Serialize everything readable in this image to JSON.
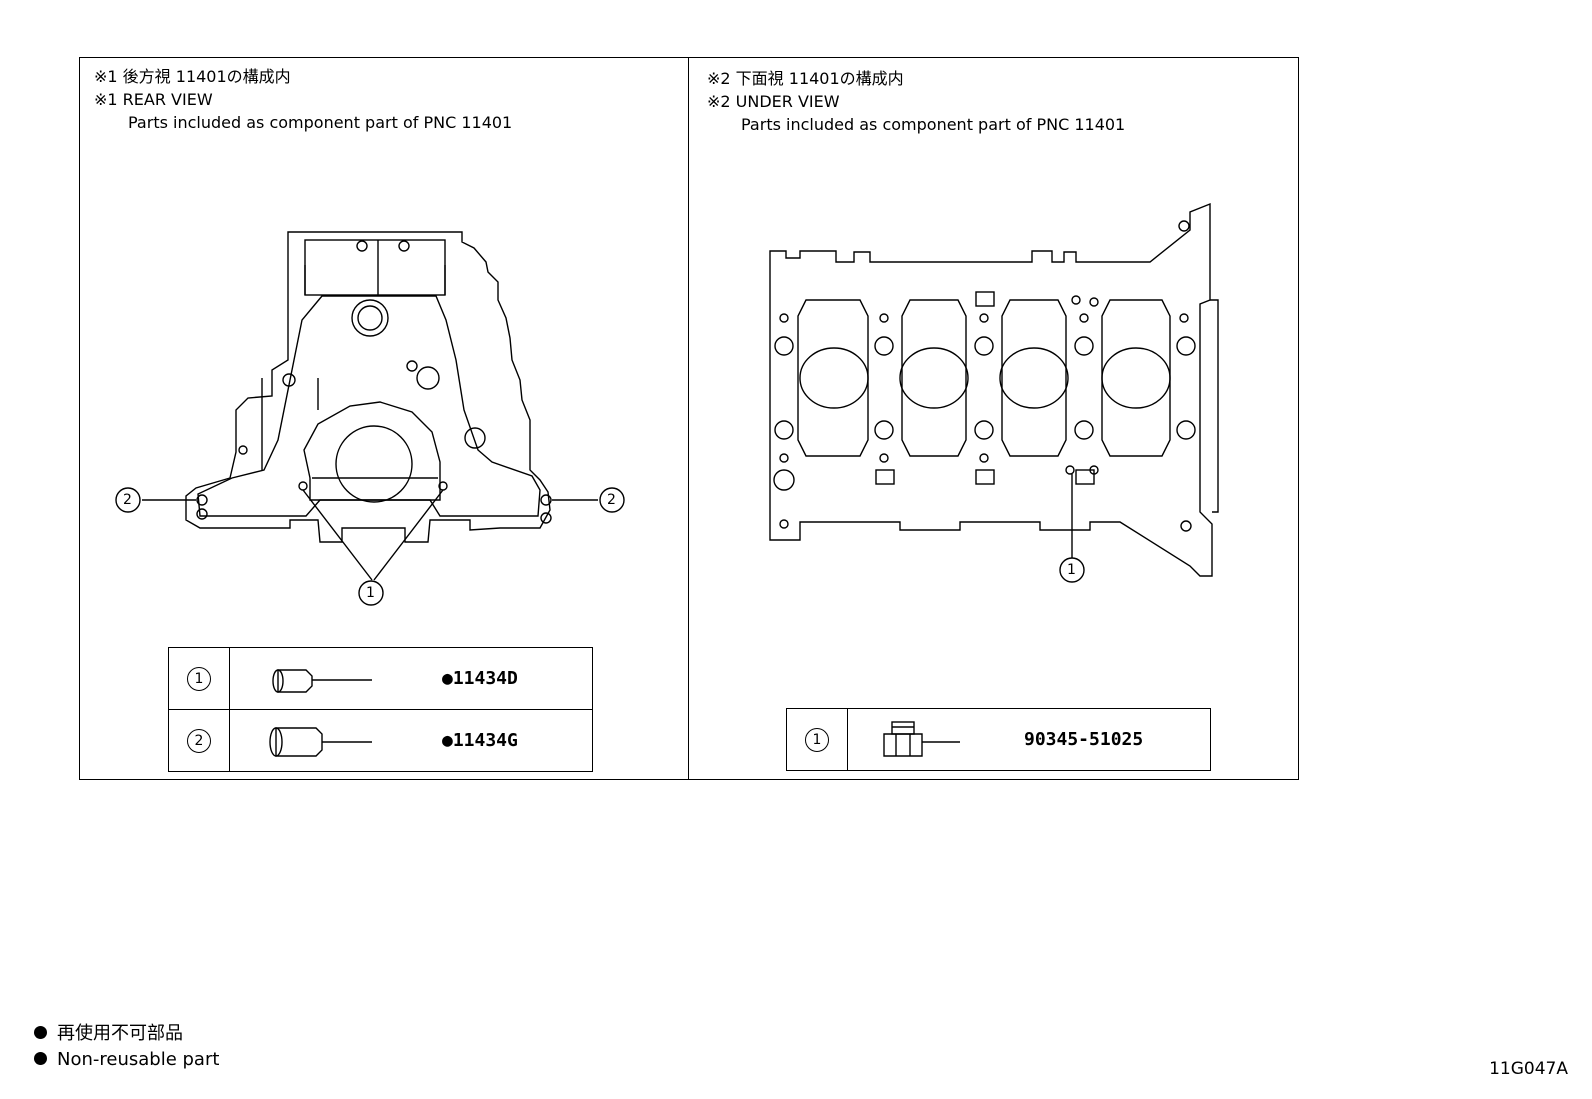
{
  "left_panel": {
    "note_jp": "※1 後方視 11401の構成内",
    "note_en": "※1 REAR VIEW",
    "note_sub": "Parts included as component part of PNC 11401",
    "callouts": [
      "2",
      "2",
      "1"
    ],
    "parts": [
      {
        "callout": "1",
        "part_number": "●11434D"
      },
      {
        "callout": "2",
        "part_number": "●11434G"
      }
    ]
  },
  "right_panel": {
    "note_jp": "※2 下面視 11401の構成内",
    "note_en": "※2 UNDER VIEW",
    "note_sub": "Parts included as component part of PNC 11401",
    "callouts": [
      "1"
    ],
    "parts": [
      {
        "callout": "1",
        "part_number": "90345-51025"
      }
    ]
  },
  "legend": {
    "jp": "再使用不可部品",
    "en": "Non-reusable part"
  },
  "figure_id": "11G047A"
}
